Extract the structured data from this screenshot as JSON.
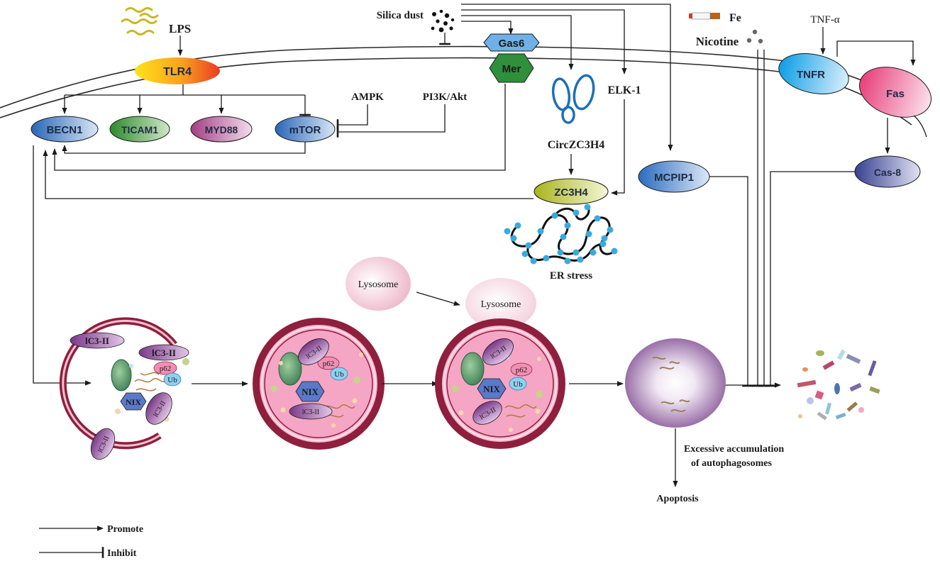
{
  "stimuli": {
    "lps": "LPS",
    "silica": "Silica dust",
    "nicotine": "Nicotine",
    "fe": "Fe",
    "tnf": "TNF-α"
  },
  "receptors": {
    "tlr4": "TLR4",
    "gas6": "Gas6",
    "mer": "Mer",
    "tnfr": "TNFR",
    "fas": "Fas"
  },
  "nodes": {
    "becn1": "BECN1",
    "ticam1": "TICAM1",
    "myd88": "MYD88",
    "mtor": "mTOR",
    "ampk": "AMPK",
    "pi3k": "PI3K/Akt",
    "circ": "CircZC3H4",
    "elk1": "ELK-1",
    "zc3h4": "ZC3H4",
    "er_stress": "ER stress",
    "mcpip1": "MCPIP1",
    "cas8": "Cas-8"
  },
  "lysosome": {
    "left": "Lysosome",
    "right": "Lysosome"
  },
  "autophagy": {
    "lc3_a": "lC3-II",
    "lc3_b": "lC3-II",
    "lc3_c": "lC3-II",
    "lc3_d": "lC3-II",
    "lc3_e": "lC3-II",
    "lc3_f": "lC3-II",
    "lc3_g": "lC3-II",
    "lc3_h": "lC3-II",
    "p62_a": "p62",
    "p62_b": "p62",
    "p62_c": "p62",
    "ub_a": "Ub",
    "ub_b": "Ub",
    "ub_c": "Ub",
    "nix_a": "NIX",
    "nix_b": "NIX",
    "nix_c": "NIX"
  },
  "outcome": {
    "excess_line1": "Excessive  accumulation",
    "excess_line2": "of autophagosomes",
    "apoptosis": "Apoptosis"
  },
  "legend": {
    "promote": "Promote",
    "inhibit": "Inhibit"
  },
  "colors": {
    "line": "#1a1a1a",
    "membrane": "#2a2a2a",
    "tlr4_a": "#ffd21a",
    "tlr4_b": "#ef4a23",
    "blue_node": "#2f72c4",
    "green_node": "#3f9a3a",
    "pink_node": "#b2508f",
    "lps": "#c8b823",
    "receptor_blue": "#5fa3dc",
    "mer_green": "#2f8f3a",
    "tnfr_blue": "#19a6e6",
    "fas_pink": "#e23f79",
    "zc3h4": "#a5b520",
    "er_bead": "#3aaadf",
    "lysosome_pink": "#f1bccd",
    "vesicle_maroon": "#8e1f3d",
    "vesicle_fill": "#f3a8c4",
    "lc3_purple": "#7d3c8a",
    "nix_blue": "#5a79c9",
    "apoptotic": "#8a5c9a"
  }
}
